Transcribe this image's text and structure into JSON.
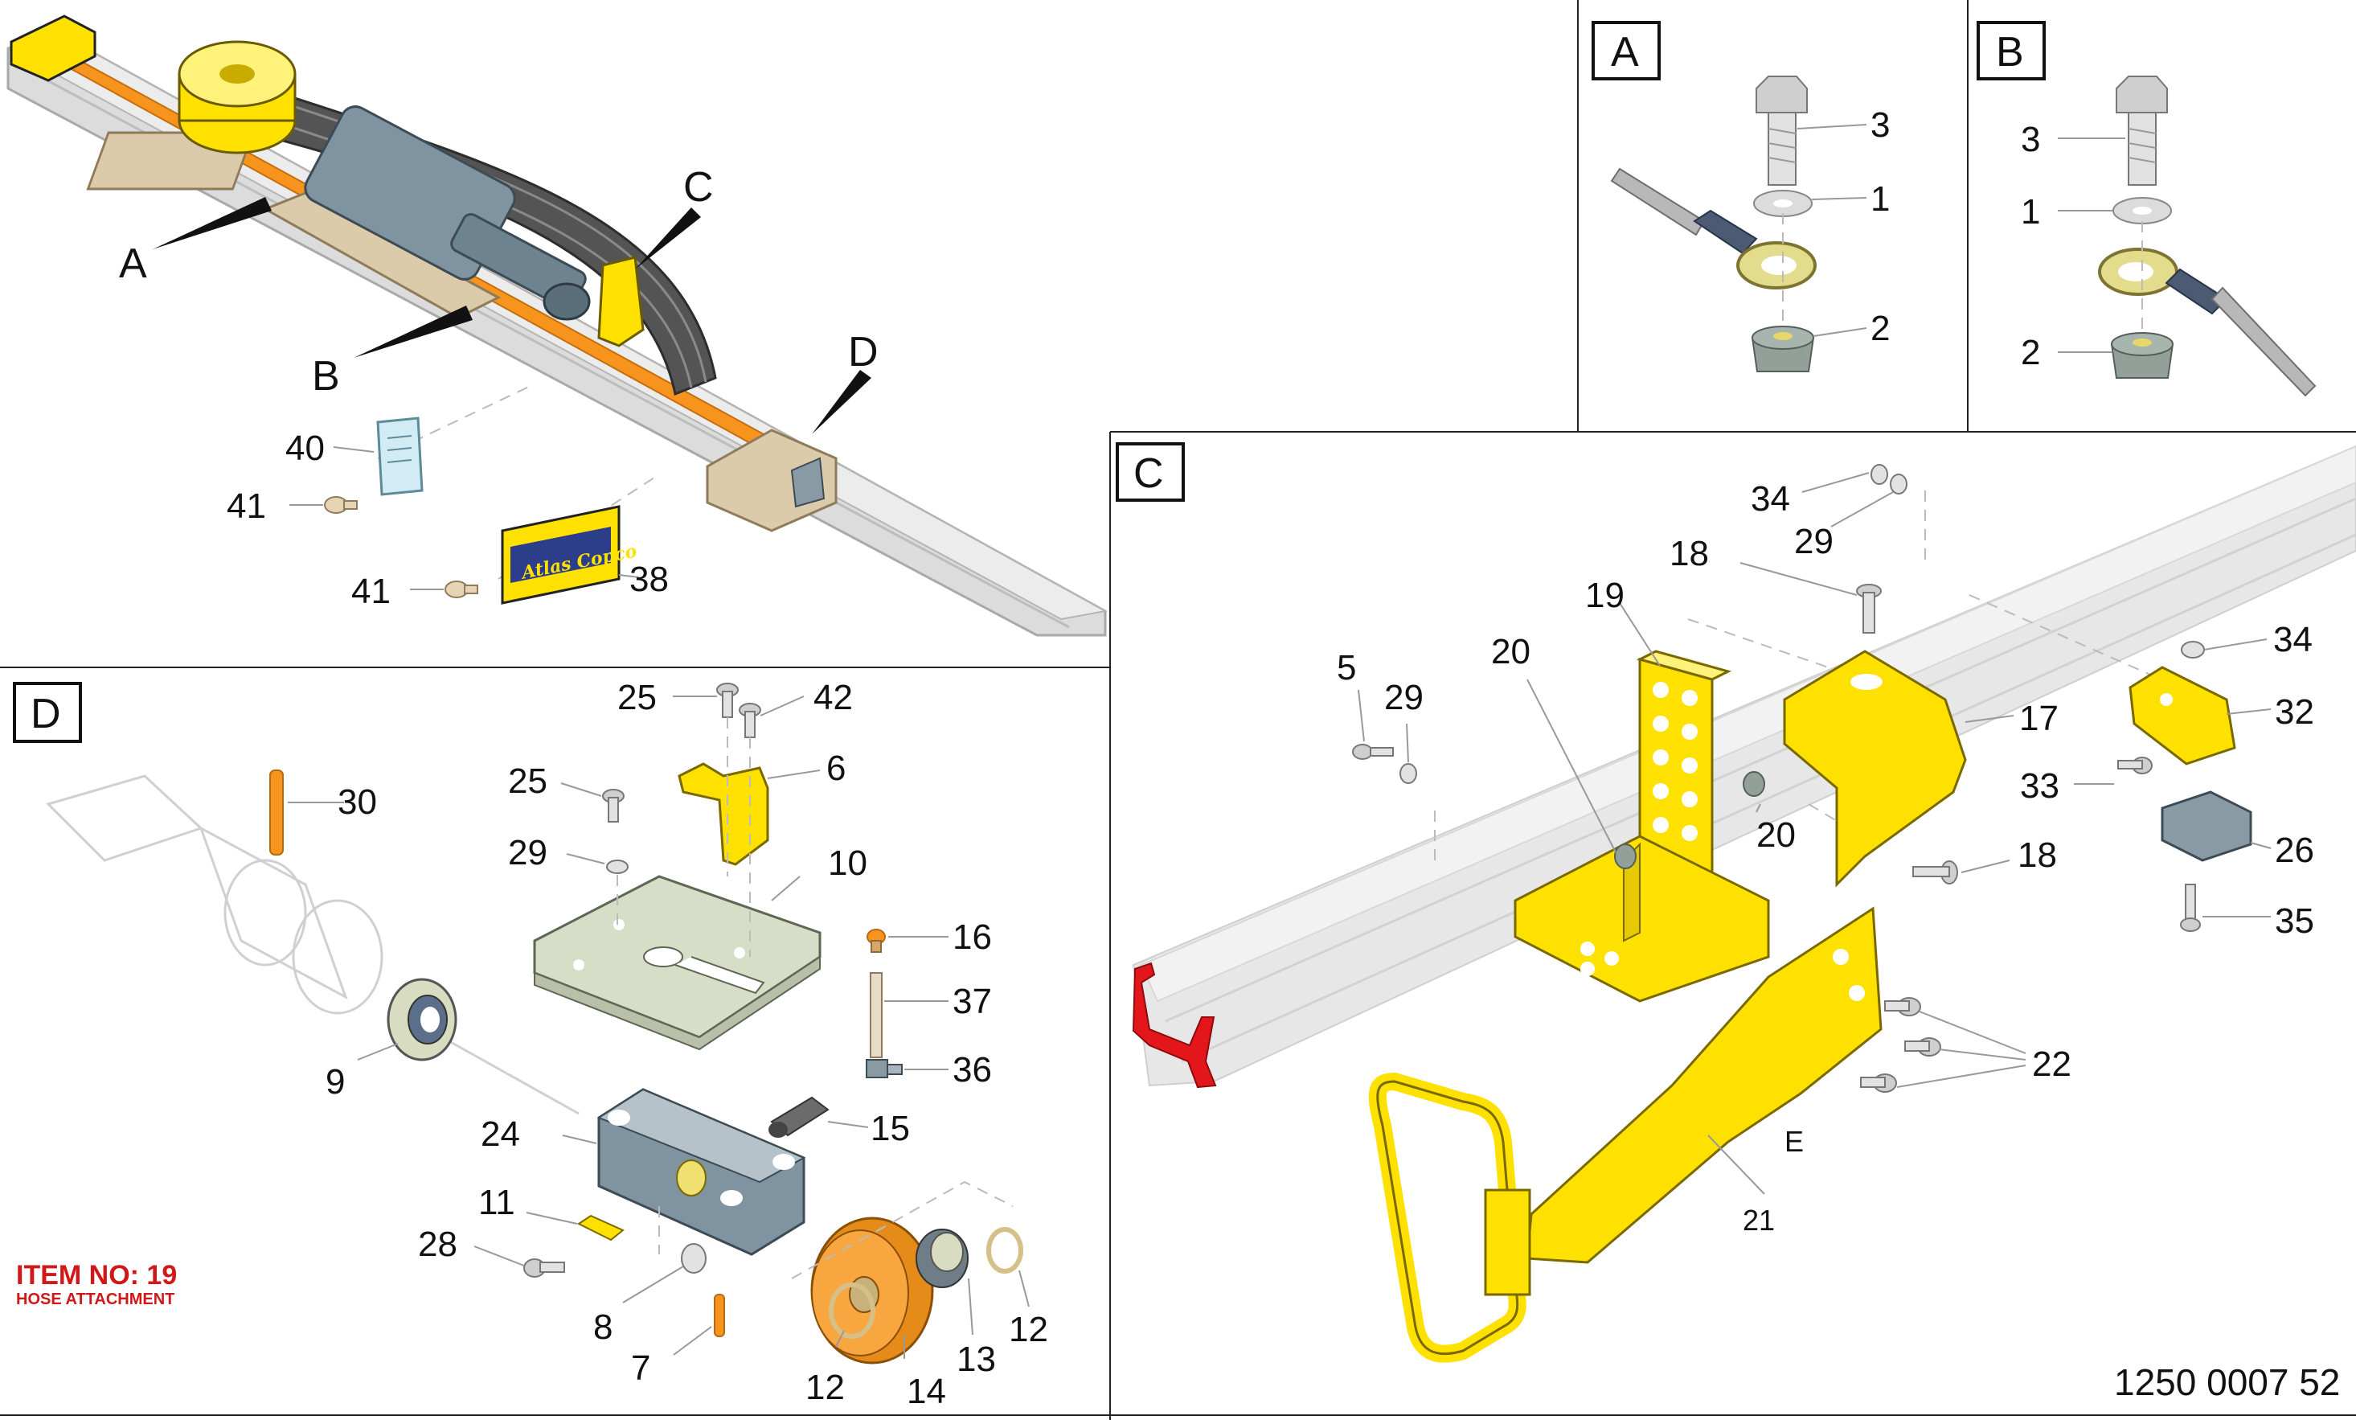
{
  "document_number": "1250 0007 52",
  "item_label": {
    "title": "ITEM NO: 19",
    "subtitle": "HOSE ATTACHMENT"
  },
  "brand_plate_text": "Atlas Copco",
  "colors": {
    "highlight_yellow": "#ffe100",
    "rail_grey": "#d4d4d4",
    "hose_dark": "#4a4a4a",
    "feed_orange": "#f7941d",
    "motor_blue_grey": "#7f93a0",
    "plate_green_grey": "#d6dec8",
    "beige_bracket": "#dccbaa",
    "alert_red": "#e3171b"
  },
  "overview": {
    "pointers": [
      {
        "label": "A"
      },
      {
        "label": "B"
      },
      {
        "label": "C"
      },
      {
        "label": "D"
      }
    ],
    "callouts": [
      "40",
      "41",
      "41",
      "38"
    ]
  },
  "panels": {
    "A": {
      "label": "A",
      "callouts": [
        "3",
        "1",
        "2"
      ]
    },
    "B": {
      "label": "B",
      "callouts": [
        "3",
        "1",
        "2"
      ]
    },
    "C": {
      "label": "C",
      "callouts": [
        "34",
        "29",
        "18",
        "19",
        "20",
        "5",
        "29",
        "20",
        "17",
        "34",
        "32",
        "33",
        "26",
        "18",
        "35",
        "22",
        "21"
      ],
      "sub_letter": "E"
    },
    "D": {
      "label": "D",
      "callouts": [
        "25",
        "42",
        "30",
        "25",
        "6",
        "29",
        "10",
        "16",
        "37",
        "9",
        "36",
        "24",
        "15",
        "11",
        "28",
        "12",
        "8",
        "13",
        "7",
        "12",
        "14"
      ]
    }
  }
}
